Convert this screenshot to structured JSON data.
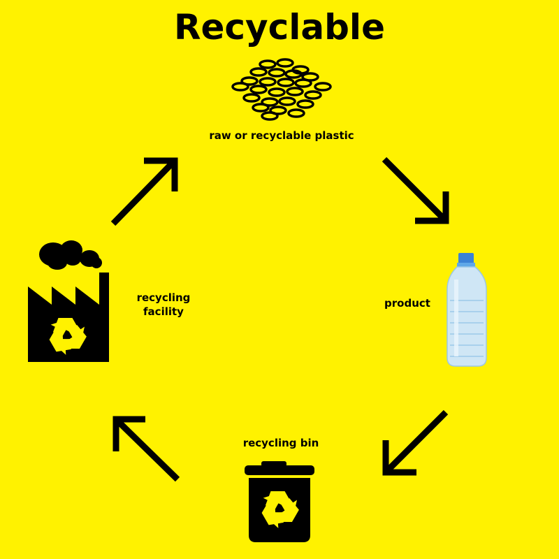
{
  "title": "Recyclable",
  "stages": {
    "raw": "raw or recyclable plastic",
    "product": "product",
    "bin": "recycling bin",
    "facility_line1": "recycling",
    "facility_line2": "facility"
  },
  "colors": {
    "background": "#FFF200",
    "ink": "#000000"
  }
}
